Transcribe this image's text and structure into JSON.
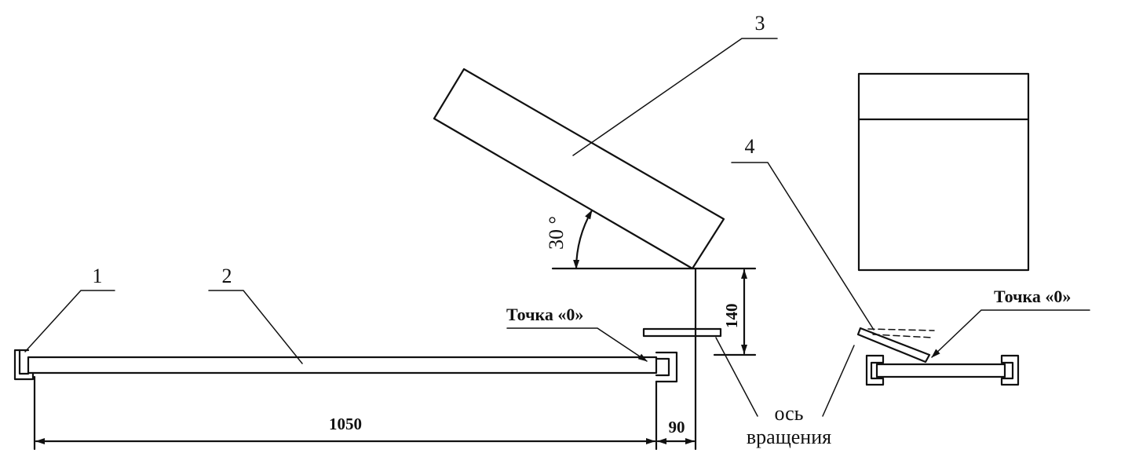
{
  "labels": {
    "callout_1": "1",
    "callout_2": "2",
    "callout_3": "3",
    "callout_4": "4",
    "point_zero_left": "Точка «0»",
    "point_zero_right": "Точка «0»",
    "axis_line1": "ось",
    "axis_line2": "вращения"
  },
  "dimensions": {
    "length_main": "1050",
    "length_offset": "90",
    "height_drop": "140",
    "angle": "30 °"
  }
}
